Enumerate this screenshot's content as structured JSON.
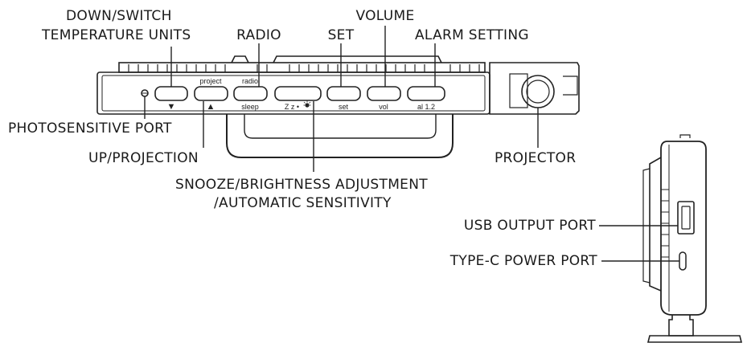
{
  "callouts": {
    "down_switch_line1": "DOWN/SWITCH",
    "down_switch_line2": "TEMPERATURE UNITS",
    "radio": "RADIO",
    "set": "SET",
    "volume": "VOLUME",
    "alarm_setting": "ALARM SETTING",
    "photosensitive_port": "PHOTOSENSITIVE PORT",
    "up_projection": "UP/PROJECTION",
    "snooze_line1": "SNOOZE/BRIGHTNESS ADJUSTMENT",
    "snooze_line2": "/AUTOMATIC SENSITIVITY",
    "projector": "PROJECTOR",
    "usb_output_port": "USB OUTPUT PORT",
    "type_c_power_port": "TYPE-C POWER PORT"
  },
  "button_labels": {
    "down_icon": "▼",
    "project": "project",
    "up_icon": "▲",
    "radio_top": "radio",
    "sleep": "sleep",
    "snooze": "Z z •",
    "set": "set",
    "vol": "vol",
    "alarm": "al 1.2"
  }
}
